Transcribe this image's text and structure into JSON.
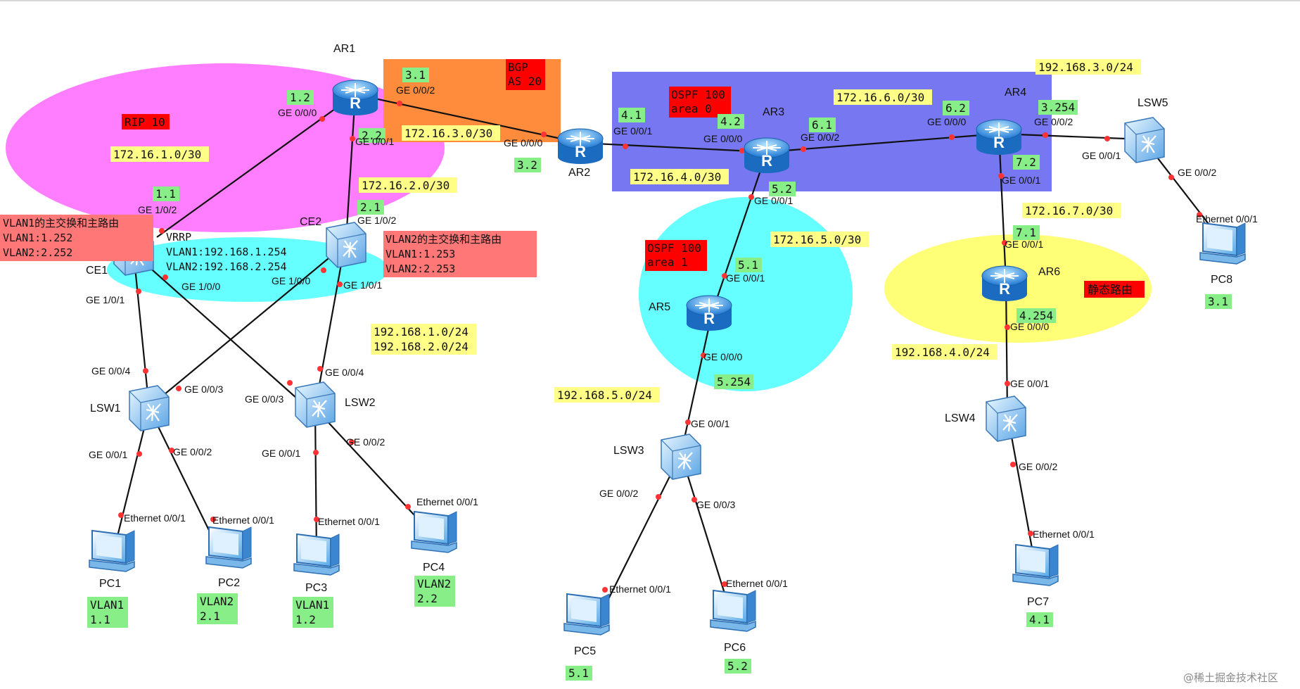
{
  "colors": {
    "rip_area": "#ff7dff",
    "vrrp_area": "#66ffff",
    "bgp_area": "#ff8c3c",
    "ospf0_area": "#7777f2",
    "ospf1_area": "#66ffff",
    "static_area": "#ffff77",
    "label_yellow": "#ffff88",
    "label_green": "#88ee88",
    "label_red": "#ff0000",
    "label_salmon": "#ff7777",
    "link": "#111111",
    "port_dot": "#ff3333"
  },
  "devices": {
    "ar1": "AR1",
    "ar2": "AR2",
    "ar3": "AR3",
    "ar4": "AR4",
    "ar5": "AR5",
    "ar6": "AR6",
    "ce1": "CE1",
    "ce2": "CE2",
    "lsw1": "LSW1",
    "lsw2": "LSW2",
    "lsw3": "LSW3",
    "lsw4": "LSW4",
    "lsw5": "LSW5",
    "pc1": "PC1",
    "pc2": "PC2",
    "pc3": "PC3",
    "pc4": "PC4",
    "pc5": "PC5",
    "pc6": "PC6",
    "pc7": "PC7",
    "pc8": "PC8"
  },
  "protocol_labels": {
    "rip": "RIP 10",
    "bgp_1": "BGP",
    "bgp_2": "AS 20",
    "ospf0_1": "OSPF 100",
    "ospf0_2": "area 0",
    "ospf1_1": "OSPF 100",
    "ospf1_2": "area 1",
    "static": "静态路由"
  },
  "vlan_notes": {
    "ce1_1": "VLAN1的主交换和主路由",
    "ce1_2": "VLAN1:1.252",
    "ce1_3": "VLAN2:2.252",
    "ce2_1": "VLAN2的主交换和主路由",
    "ce2_2": "VLAN1:1.253",
    "ce2_3": "VLAN2:2.253",
    "vrrp_1": "VRRP",
    "vrrp_2": "VLAN1:192.168.1.254",
    "vrrp_3": "VLAN2:192.168.2.254"
  },
  "subnets": {
    "s1": "172.16.1.0/30",
    "s2": "172.16.2.0/30",
    "s3": "172.16.3.0/30",
    "s4": "172.16.4.0/30",
    "s5": "172.16.5.0/30",
    "s6": "172.16.6.0/30",
    "s7": "172.16.7.0/30",
    "n1": "192.168.1.0/24",
    "n2": "192.168.2.0/24",
    "n3": "192.168.3.0/24",
    "n4": "192.168.4.0/24",
    "n5": "192.168.5.0/24"
  },
  "addresses": {
    "a1_2": "1.2",
    "a2_2": "2.2",
    "a3_1": "3.1",
    "a3_2": "3.2",
    "a4_1": "4.1",
    "a4_2": "4.2",
    "a6_1": "6.1",
    "a6_2": "6.2",
    "a3_254": "3.254",
    "a7_2": "7.2",
    "a5_2": "5.2",
    "a1_1": "1.1",
    "a2_1": "2.1",
    "a5_1": "5.1",
    "a7_1": "7.1",
    "a4_254": "4.254",
    "a5_254": "5.254",
    "pc8_ip": "3.1",
    "pc5_ip": "5.1",
    "pc6_ip": "5.2",
    "pc7_ip": "4.1"
  },
  "pc_labels": {
    "pc1_v": "VLAN1",
    "pc1_ip": "1.1",
    "pc2_v": "VLAN2",
    "pc2_ip": "2.1",
    "pc3_v": "VLAN1",
    "pc3_ip": "1.2",
    "pc4_v": "VLAN2",
    "pc4_ip": "2.2"
  },
  "interfaces": {
    "ge000": "GE 0/0/0",
    "ge001": "GE 0/0/1",
    "ge002": "GE 0/0/2",
    "ge003": "GE 0/0/3",
    "ge004": "GE 0/0/4",
    "ge100": "GE 1/0/0",
    "ge101": "GE 1/0/1",
    "ge102": "GE 1/0/2",
    "eth": "Ethernet 0/0/1"
  },
  "watermark": "@稀土掘金技术社区"
}
